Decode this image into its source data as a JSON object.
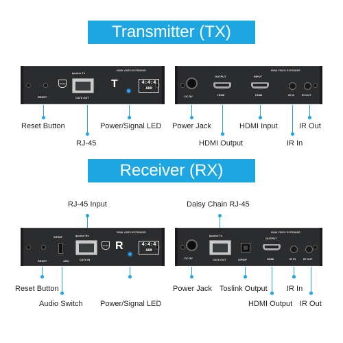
{
  "titles": {
    "tx": "Transmitter (TX)",
    "rx": "Receiver (RX)"
  },
  "tx_front": {
    "brand": "HDMI VIDEO EXTENDER",
    "reset": "RESET",
    "model": "ipcolor Tx",
    "cat6": "CAT6 OUT",
    "logo": "T",
    "hdr_top": "4:4:4",
    "hdr_bottom": "HDR",
    "shield": "ProAV"
  },
  "tx_back": {
    "brand": "HDMI VIDEO EXTENDER",
    "dc": "DC 5V",
    "output_top": "OUTPUT",
    "output_bottom": "HDMI",
    "input_top": "INPUT",
    "input_bottom": "HDMI",
    "ir_in": "IR IN",
    "ir_out": "IR OUT"
  },
  "rx_front": {
    "brand": "HDMI VIDEO EXTENDER",
    "reset": "RESET",
    "spdif": "S/PDIF",
    "arc": "ARC",
    "model": "ipcolor Rx",
    "cat6": "CAT6 IN",
    "logo": "R",
    "hdr_top": "4:4:4",
    "hdr_bottom": "HDR",
    "shield": "ProAV"
  },
  "rx_back": {
    "brand": "HDMI VIDEO EXTENDER",
    "dc": "DC 5V",
    "model": "ipcolor Tx",
    "cat6": "CAT6 OUT",
    "spdif": "S/PDIF",
    "output_top": "OUTPUT",
    "output_bottom": "HDMI",
    "ir_in": "IR IN",
    "ir_out": "IR OUT"
  },
  "callouts": {
    "tx_reset": "Reset Button",
    "tx_rj45": "RJ-45",
    "tx_led": "Power/Signal LED",
    "tx_power": "Power Jack",
    "tx_hdmi_out": "HDMI Output",
    "tx_hdmi_in": "HDMI Input",
    "tx_ir_in": "IR In",
    "tx_ir_out": "IR Out",
    "rx_rj45": "RJ-45 Input",
    "rx_daisy": "Daisy Chain RJ-45",
    "rx_reset": "Reset Button",
    "rx_audio": "Audio Switch",
    "rx_led": "Power/Signal LED",
    "rx_power": "Power Jack",
    "rx_toslink": "Toslink Output",
    "rx_hdmi_out": "HDMI Output",
    "rx_ir_in": "IR In",
    "rx_ir_out": "IR Out"
  },
  "colors": {
    "accent": "#1ea6e2",
    "device": "#2b2c2e"
  }
}
